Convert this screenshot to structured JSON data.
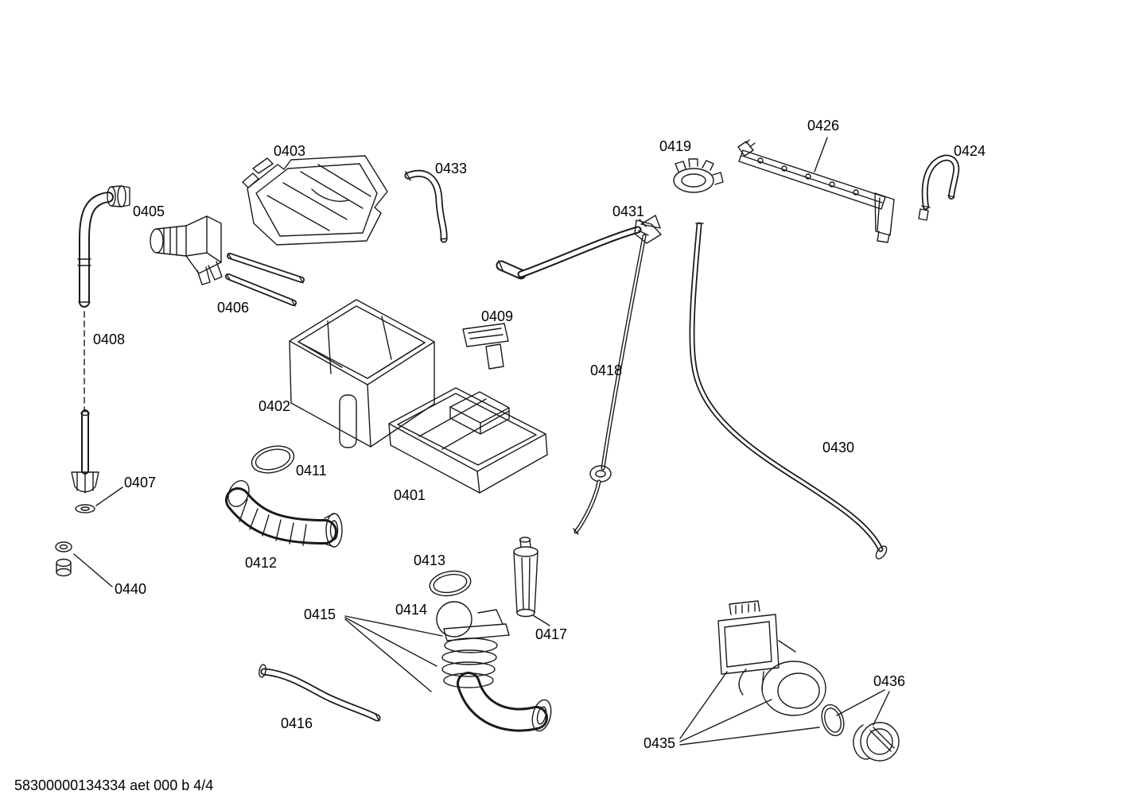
{
  "diagram": {
    "kind": "appliance-exploded-parts-diagram",
    "footer": "58300000134334 aet 000 b 4/4",
    "labels": {
      "0401": "0401",
      "0402": "0402",
      "0403": "0403",
      "0405": "0405",
      "0406": "0406",
      "0407": "0407",
      "0408": "0408",
      "0409": "0409",
      "0411": "0411",
      "0412": "0412",
      "0413": "0413",
      "0414": "0414",
      "0415": "0415",
      "0416": "0416",
      "0417": "0417",
      "0418": "0418",
      "0419": "0419",
      "0424": "0424",
      "0426": "0426",
      "0430": "0430",
      "0431": "0431",
      "0433": "0433",
      "0435": "0435",
      "0436": "0436",
      "0440": "0440"
    }
  }
}
